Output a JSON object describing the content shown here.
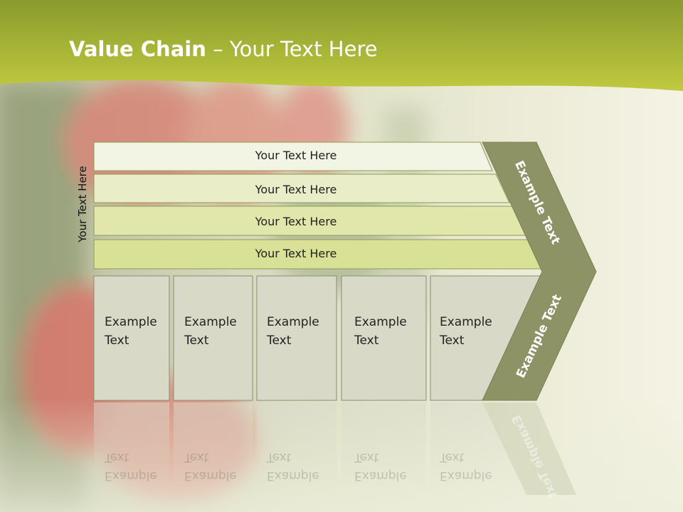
{
  "slide": {
    "title_bold": "Value Chain",
    "title_rest": " – Your Text Here",
    "side_label": "Your Text Here"
  },
  "rows": [
    {
      "label": "Your Text Here"
    },
    {
      "label": "Your Text Here"
    },
    {
      "label": "Your Text Here"
    },
    {
      "label": "Your Text Here"
    }
  ],
  "columns": [
    {
      "line1": "Example",
      "line2": "Text"
    },
    {
      "line1": "Example",
      "line2": "Text"
    },
    {
      "line1": "Example",
      "line2": "Text"
    },
    {
      "line1": "Example",
      "line2": "Text"
    },
    {
      "line1": "Example",
      "line2": "Text"
    }
  ],
  "chevron": {
    "upper": "Example Text",
    "lower": "Example Text"
  },
  "colors": {
    "header_green": "#b3bd3a",
    "chevron": "#8d9365",
    "bar_light": "#f3f5e4",
    "bar_mid": "#e9edc4",
    "bar_dark": "#d8e195",
    "column_fill": "#d9d9c8"
  }
}
